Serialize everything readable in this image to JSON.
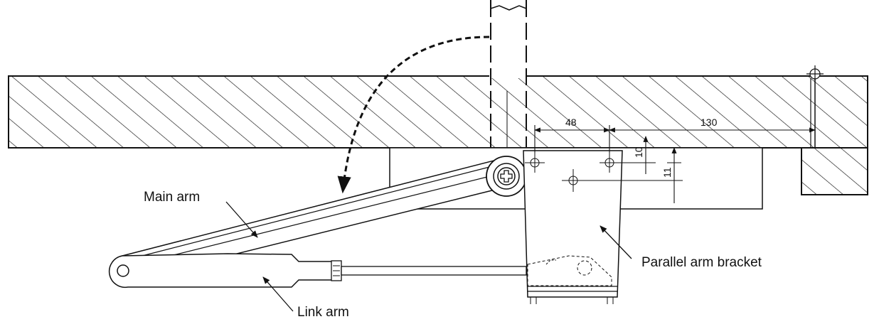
{
  "labels": {
    "main_arm": "Main arm",
    "link_arm": "Link arm",
    "parallel_arm_bracket": "Parallel arm bracket"
  },
  "dimensions": {
    "d48": "48",
    "d130": "130",
    "d10": "10",
    "d11": "11"
  },
  "colors": {
    "line": "#111111",
    "background": "#ffffff"
  }
}
